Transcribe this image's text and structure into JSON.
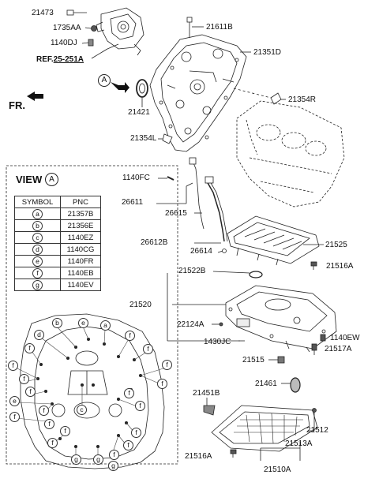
{
  "parts": {
    "p21473": "21473",
    "p1735AA": "1735AA",
    "p1140DJ": "1140DJ",
    "ref_prefix": "REF.",
    "ref_code": "25-251A",
    "p21611B": "21611B",
    "p21351D": "21351D",
    "p21354R": "21354R",
    "p21421": "21421",
    "p21354L": "21354L",
    "p1140FC": "1140FC",
    "p26611": "26611",
    "p26615": "26615",
    "p26612B": "26612B",
    "p26614": "26614",
    "p21525": "21525",
    "p21516A_top": "21516A",
    "p21522B": "21522B",
    "p21520": "21520",
    "p22124A": "22124A",
    "p1430JC": "1430JC",
    "p1140EW": "1140EW",
    "p21517A": "21517A",
    "p21515": "21515",
    "p21461": "21461",
    "p21451B": "21451B",
    "p21512": "21512",
    "p21513A": "21513A",
    "p21516A_bot": "21516A",
    "p21510A": "21510A"
  },
  "fr_label": "FR.",
  "arrow_marker": "A",
  "view": {
    "title": "VIEW",
    "marker": "A",
    "headers": [
      "SYMBOL",
      "PNC"
    ],
    "rows": [
      {
        "symbol": "a",
        "pnc": "21357B"
      },
      {
        "symbol": "b",
        "pnc": "21356E"
      },
      {
        "symbol": "c",
        "pnc": "1140EZ"
      },
      {
        "symbol": "d",
        "pnc": "1140CG"
      },
      {
        "symbol": "e",
        "pnc": "1140FR"
      },
      {
        "symbol": "f",
        "pnc": "1140EB"
      },
      {
        "symbol": "g",
        "pnc": "1140EV"
      }
    ]
  },
  "callouts": [
    "b",
    "e",
    "a",
    "d",
    "f",
    "f",
    "f",
    "f",
    "f",
    "f",
    "f",
    "f",
    "f",
    "f",
    "f",
    "e",
    "f",
    "c",
    "f",
    "f",
    "f",
    "f",
    "f",
    "f",
    "g",
    "g",
    "g"
  ]
}
